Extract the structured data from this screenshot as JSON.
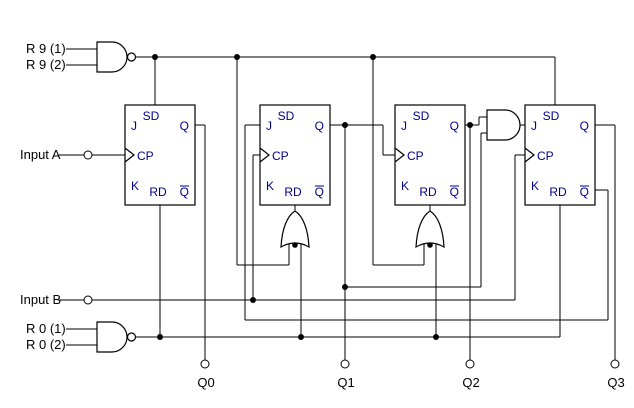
{
  "colors": {
    "wire": "#000000",
    "pin_labels": "#00008B",
    "labels": "#000000",
    "canvas": "#FFFFFF"
  },
  "labels": {
    "r9_1": "R 9 (1)",
    "r9_2": "R 9 (2)",
    "input_a": "Input A",
    "input_b": "Input B",
    "r0_1": "R 0 (1)",
    "r0_2": "R 0 (2)",
    "q0": "Q0",
    "q1": "Q1",
    "q2": "Q2",
    "q3": "Q3"
  },
  "pins": {
    "sd": "SD",
    "j": "J",
    "cp": "CP",
    "k": "K",
    "rd": "RD",
    "q": "Q",
    "qbar": "Q"
  }
}
